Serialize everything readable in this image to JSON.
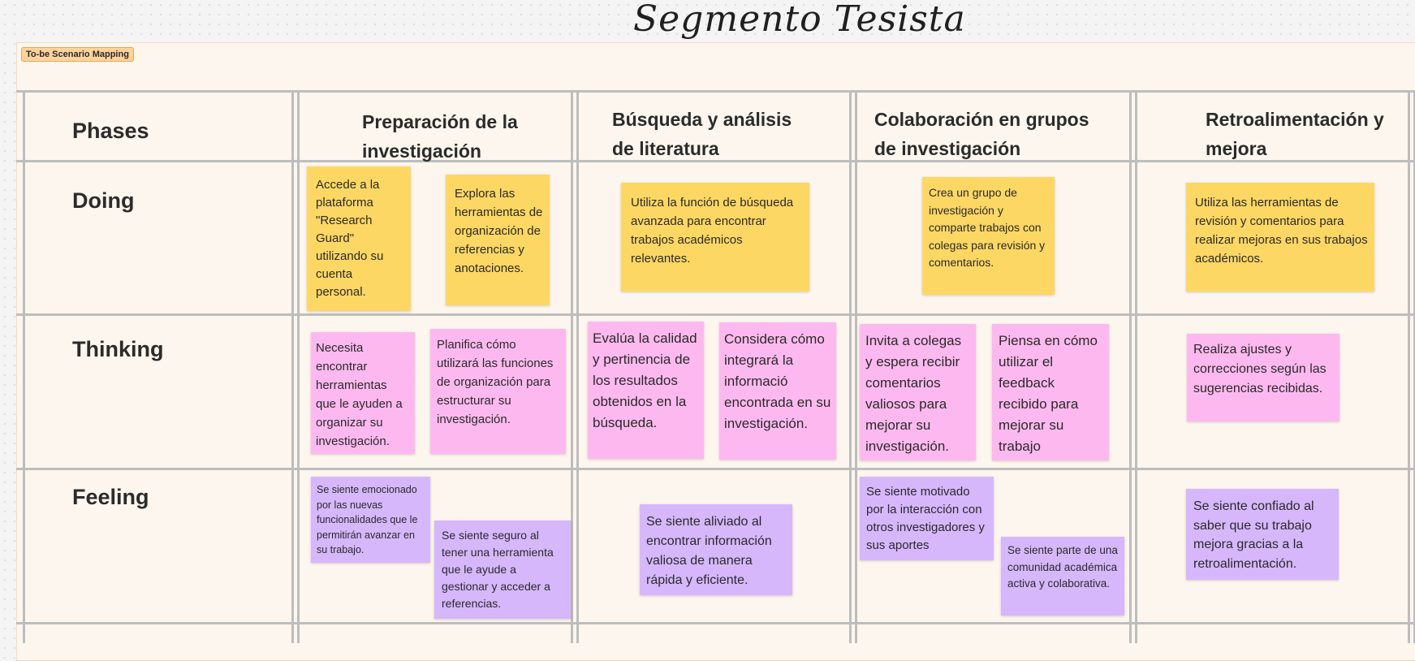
{
  "board": {
    "title": "Segmento Tesista"
  },
  "frame": {
    "tag": "To-be Scenario Mapping"
  },
  "phases_label": "Phases",
  "columns": [
    {
      "title": "Preparación de la investigación"
    },
    {
      "title": "Búsqueda y análisis de literatura"
    },
    {
      "title": "Colaboración en grupos de investigación"
    },
    {
      "title": "Retroalimentación y mejora"
    }
  ],
  "rows": [
    {
      "label": "Doing"
    },
    {
      "label": "Thinking"
    },
    {
      "label": "Feeling"
    }
  ],
  "stickies": {
    "doing": [
      "Accede a la plataforma \"Research Guard\" utilizando su cuenta personal.",
      "Explora las herramientas de organización de referencias y anotaciones.",
      "Utiliza la función de búsqueda avanzada para encontrar trabajos académicos relevantes.",
      "Crea un grupo de investigación y comparte trabajos con colegas para revisión y comentarios.",
      "Utiliza las herramientas de revisión y comentarios para realizar mejoras en sus trabajos académicos."
    ],
    "thinking": [
      "Necesita encontrar herramientas que le ayuden a organizar su investigación.",
      "Planifica cómo utilizará las funciones de organización para estructurar su investigación.",
      "Evalúa la calidad y pertinencia de los resultados obtenidos en la búsqueda.",
      "Considera cómo integrará la informació encontrada en su investigación.",
      "Invita a colegas y espera recibir comentarios valiosos para mejorar su investigación.",
      "Piensa en cómo utilizar el feedback recibido para mejorar su trabajo",
      "Realiza ajustes y correcciones según las sugerencias recibidas."
    ],
    "feeling": [
      "Se siente emocionado por las nuevas funcionalidades que le permitirán avanzar en su trabajo.",
      "Se siente seguro al tener una herramienta que le ayude a gestionar y acceder a referencias.",
      "Se siente aliviado al encontrar información valiosa de manera rápida y eficiente.",
      "Se siente motivado por la interacción con otros investigadores y sus aportes",
      "Se siente parte de una comunidad académica activa y colaborativa.",
      "Se siente confiado al saber que su trabajo mejora gracias a la retroalimentación."
    ]
  },
  "colors": {
    "yellow_sticky": "#fdd763",
    "pink_sticky": "#fdb9ef",
    "purple_sticky": "#d6b7fc",
    "frame_background": "#fdf6ee",
    "tag_background": "#ffd39b"
  }
}
